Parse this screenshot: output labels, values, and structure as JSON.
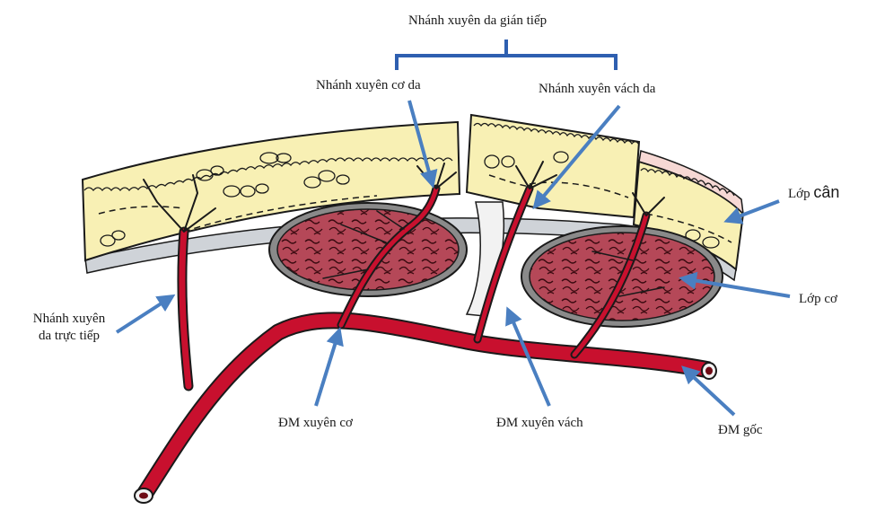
{
  "labels": {
    "indirect_group": "Nhánh xuyên da gián tiếp",
    "musculocutaneous": "Nhánh xuyên cơ da",
    "septocutaneous": "Nhánh xuyên vách da",
    "fascia_prefix": "Lớp ",
    "fascia_word": "cân",
    "muscle_layer": "Lớp cơ",
    "direct_line1": "Nhánh xuyên",
    "direct_line2": "da trực tiếp",
    "muscle_perforator_artery": "ĐM xuyên cơ",
    "septal_perforator_artery": "ĐM xuyên vách",
    "source_artery": "ĐM gốc"
  },
  "colors": {
    "artery": "#c8102e",
    "artery_dark": "#6e0a14",
    "skin_fill": "#f8f0b4",
    "skin_pink": "#f6d8d4",
    "muscle_fill": "#b54858",
    "muscle_sheath": "#8a8a8a",
    "fascia": "#cfd3d8",
    "arrow": "#4a7fc1",
    "bracket": "#2e5fb0",
    "outline": "#1a1a1a"
  }
}
